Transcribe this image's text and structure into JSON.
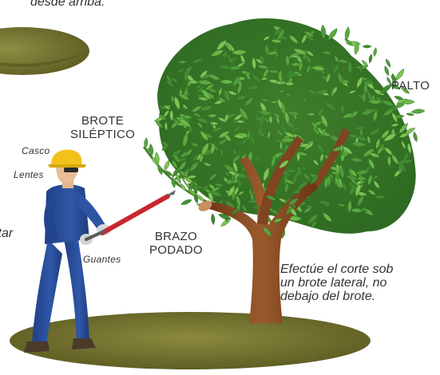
{
  "top_note_fragment": "desde arriba.",
  "left_fragment": "itar",
  "labels": {
    "palto": "PALTO",
    "brote_line1": "BROTE",
    "brote_line2": "SILÉPTICO",
    "casco": "Casco",
    "lentes": "Lentes",
    "guantes": "Guantes",
    "brazo_line1": "BRAZO",
    "brazo_line2": "PODADO"
  },
  "instruction": {
    "line1": "Efectúe el corte sob",
    "line2": "un brote lateral, no",
    "line3": "debajo del brote."
  },
  "colors": {
    "ground": "#6b6a2a",
    "foliage": "#4f9a3a",
    "trunk": "#8a4a22",
    "worker_suit": "#2a4f9c",
    "helmet": "#f2c21a",
    "pruner": "#c8262c"
  }
}
